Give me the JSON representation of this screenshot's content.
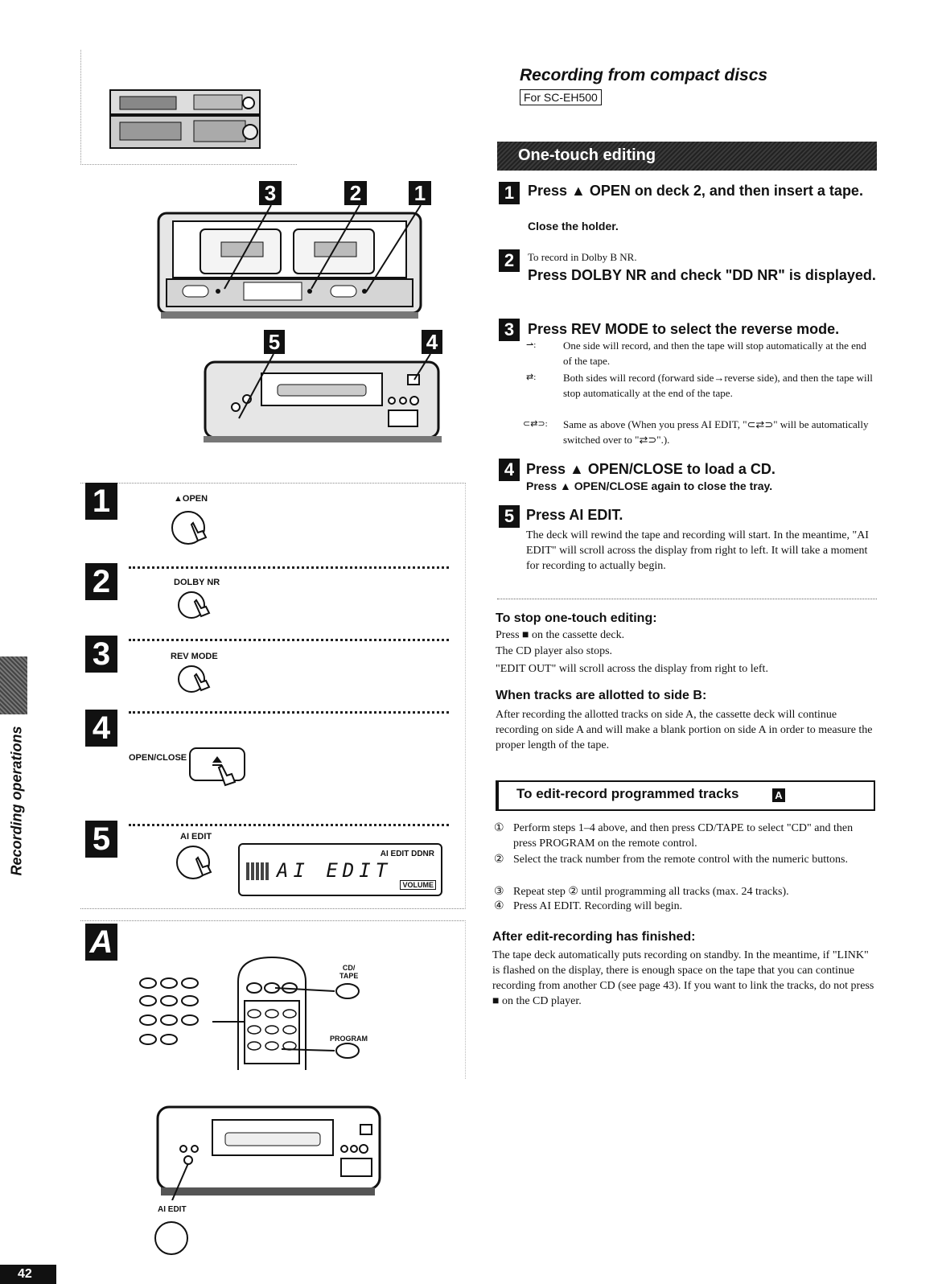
{
  "sidebar_label": "Recording operations",
  "page_number": "42",
  "title": "Recording from compact discs",
  "model_badge": "For SC-EH500",
  "section_heading": "One-touch editing",
  "steps": [
    {
      "num": "1",
      "heading": "Press ▲ OPEN on deck 2, and then insert a tape.",
      "detail": "Close the holder."
    },
    {
      "num": "2",
      "pre": "To record in Dolby B NR.",
      "heading": "Press DOLBY NR and check \"DD NR\" is displayed."
    },
    {
      "num": "3",
      "heading": "Press REV MODE to select the reverse mode.",
      "modes": [
        {
          "symbol": "⇀:",
          "text": "One side will record, and then the tape will stop automatically at the end of the tape."
        },
        {
          "symbol": "⇄:",
          "text": "Both sides will record (forward side→reverse side), and then the tape will stop automatically at the end of the tape."
        },
        {
          "symbol": "⊂⇄⊃:",
          "text": "Same as above (When you press AI EDIT, \"⊂⇄⊃\" will be automatically switched over to \"⇄⊃\".)."
        }
      ]
    },
    {
      "num": "4",
      "heading": "Press ▲ OPEN/CLOSE to load a CD.",
      "detail": "Press ▲ OPEN/CLOSE again to close the tray."
    },
    {
      "num": "5",
      "heading": "Press AI EDIT.",
      "detail": "The deck will rewind the tape and recording will start. In the meantime, \"AI EDIT\" will scroll across the display from right to left. It will take a moment for recording to actually begin."
    }
  ],
  "stop": {
    "heading": "To stop one-touch editing:",
    "lines": [
      "Press ■ on the cassette deck.",
      "The CD player also stops.",
      "\"EDIT OUT\" will scroll across the display from right to left."
    ]
  },
  "side_b": {
    "heading": "When tracks are allotted to side B:",
    "text": "After recording the allotted tracks on side A, the cassette deck will continue recording on side A and will make a blank portion on side A in order to measure the proper length of the tape."
  },
  "programmed": {
    "heading": "To edit-record programmed tracks",
    "badge": "A",
    "items": [
      {
        "marker": "①",
        "text": "Perform steps 1–4 above, and then press CD/TAPE to select \"CD\" and then press PROGRAM on the remote control."
      },
      {
        "marker": "②",
        "text": "Select the track number from the remote control with the numeric buttons."
      },
      {
        "marker": "③",
        "text": "Repeat step ② until programming all tracks (max. 24 tracks)."
      },
      {
        "marker": "④",
        "text": "Press AI EDIT. Recording will begin."
      }
    ]
  },
  "after": {
    "heading": "After edit-recording has finished:",
    "text": "The tape deck automatically puts recording on standby. In the meantime, if \"LINK\" is flashed on the display, there is enough space on the tape that you can continue recording from another CD (see page 43). If you want to link the tracks, do not press ■ on the CD player."
  },
  "figure": {
    "callouts_top": [
      "3",
      "2",
      "1"
    ],
    "callouts_mid": [
      "5",
      "4"
    ],
    "panel_steps": [
      {
        "num": "1",
        "button_label": "▲OPEN"
      },
      {
        "num": "2",
        "button_label": "DOLBY NR"
      },
      {
        "num": "3",
        "button_label": "REV MODE"
      },
      {
        "num": "4",
        "button_label": "OPEN/CLOSE"
      },
      {
        "num": "5",
        "button_label": "AI EDIT"
      }
    ],
    "display_text": "AI EDIT",
    "display_indicator": "AI EDIT DDNR",
    "display_volume": "VOLUME",
    "panel_a_num": "A",
    "remote_cd_tape": "CD/\nTAPE",
    "remote_program": "PROGRAM",
    "bottom_ai_edit": "AI EDIT"
  }
}
